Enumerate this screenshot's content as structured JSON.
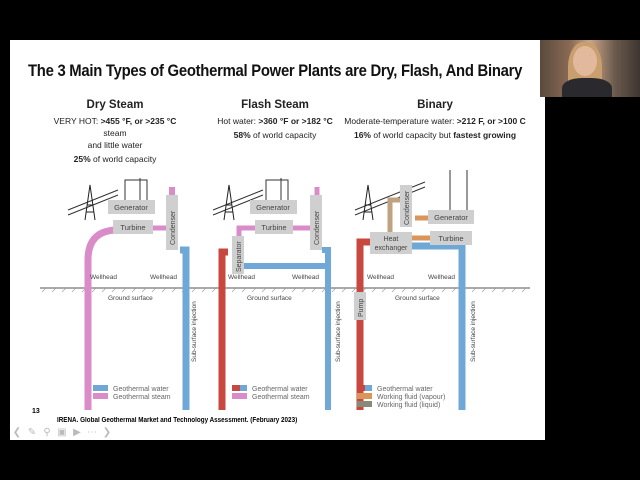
{
  "slide": {
    "title": "The 3 Main Types of Geothermal Power Plants are Dry, Flash, And Binary",
    "page_number": "13",
    "citation": "IRENA. Global Geothermal Market and Technology Assessment. (February 2023)"
  },
  "columns": {
    "dry": {
      "heading": "Dry Steam",
      "line1_pre": "VERY HOT: ",
      "line1_bold": ">455 °F, or >235 °C",
      "line1_post": " steam",
      "line2": "and little water",
      "line3_bold": "25%",
      "line3_post": " of world capacity"
    },
    "flash": {
      "heading": "Flash Steam",
      "line1_pre": "Hot water: ",
      "line1_bold": ">360 °F or >182 °C",
      "line3_bold": "58%",
      "line3_post": " of world capacity"
    },
    "binary": {
      "heading": "Binary",
      "line1_pre": "Moderate-temperature water: ",
      "line1_bold": ">212 F, or >100 C",
      "line3_bold": "16%",
      "line3_post": " of world capacity but ",
      "line3_bold2": "fastest growing"
    }
  },
  "diagram": {
    "generator": "Generator",
    "turbine": "Turbine",
    "condenser": "Condenser",
    "separator": "Separator",
    "heat_exchanger_1": "Heat",
    "heat_exchanger_2": "exchanger",
    "pump": "Pump",
    "wellhead": "Wellhead",
    "ground_surface": "Ground surface",
    "injection": "Sub-surface injection"
  },
  "legend": {
    "geothermal_water": "Geothermal water",
    "geothermal_steam": "Geothermal steam",
    "working_fluid_vapour": "Working fluid (vapour)",
    "working_fluid_liquid": "Working fluid (liquid)"
  },
  "colors": {
    "water": "#6fa8d6",
    "hot_water": "#c8473f",
    "steam": "#d98cc8",
    "vapour": "#d9955a",
    "liquid": "#8a8a78",
    "box": "#cfcfcf"
  },
  "toolbar": {
    "icons": [
      "prev-icon",
      "pen-icon",
      "zoom-icon",
      "captions-icon",
      "camera-icon",
      "more-icon",
      "next-icon"
    ]
  }
}
